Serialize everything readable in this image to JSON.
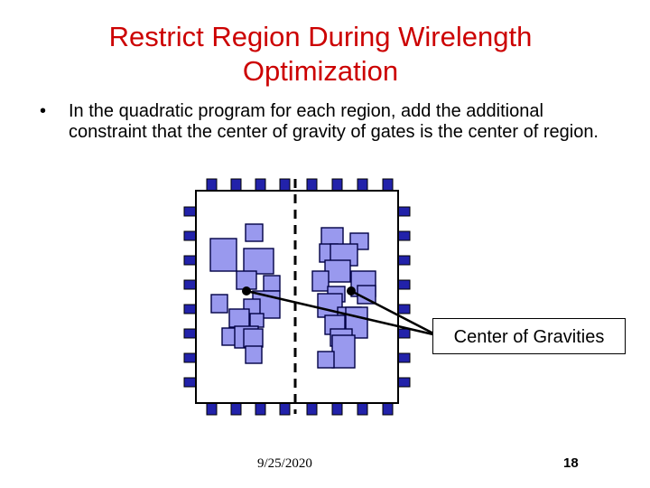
{
  "slide": {
    "title_line1": "Restrict Region During Wirelength",
    "title_line2": "Optimization",
    "bullet_symbol": "•",
    "bullet_text": "In the quadratic program for each region, add the additional constraint that the center of gravity of gates is the center of region.",
    "callout": "Center of Gravities",
    "date": "9/25/2020",
    "page_number": "18"
  },
  "colors": {
    "title": "#cc0000",
    "gate_fill": "#9999ee",
    "gate_stroke": "#000044",
    "pin_fill": "#2222aa"
  }
}
